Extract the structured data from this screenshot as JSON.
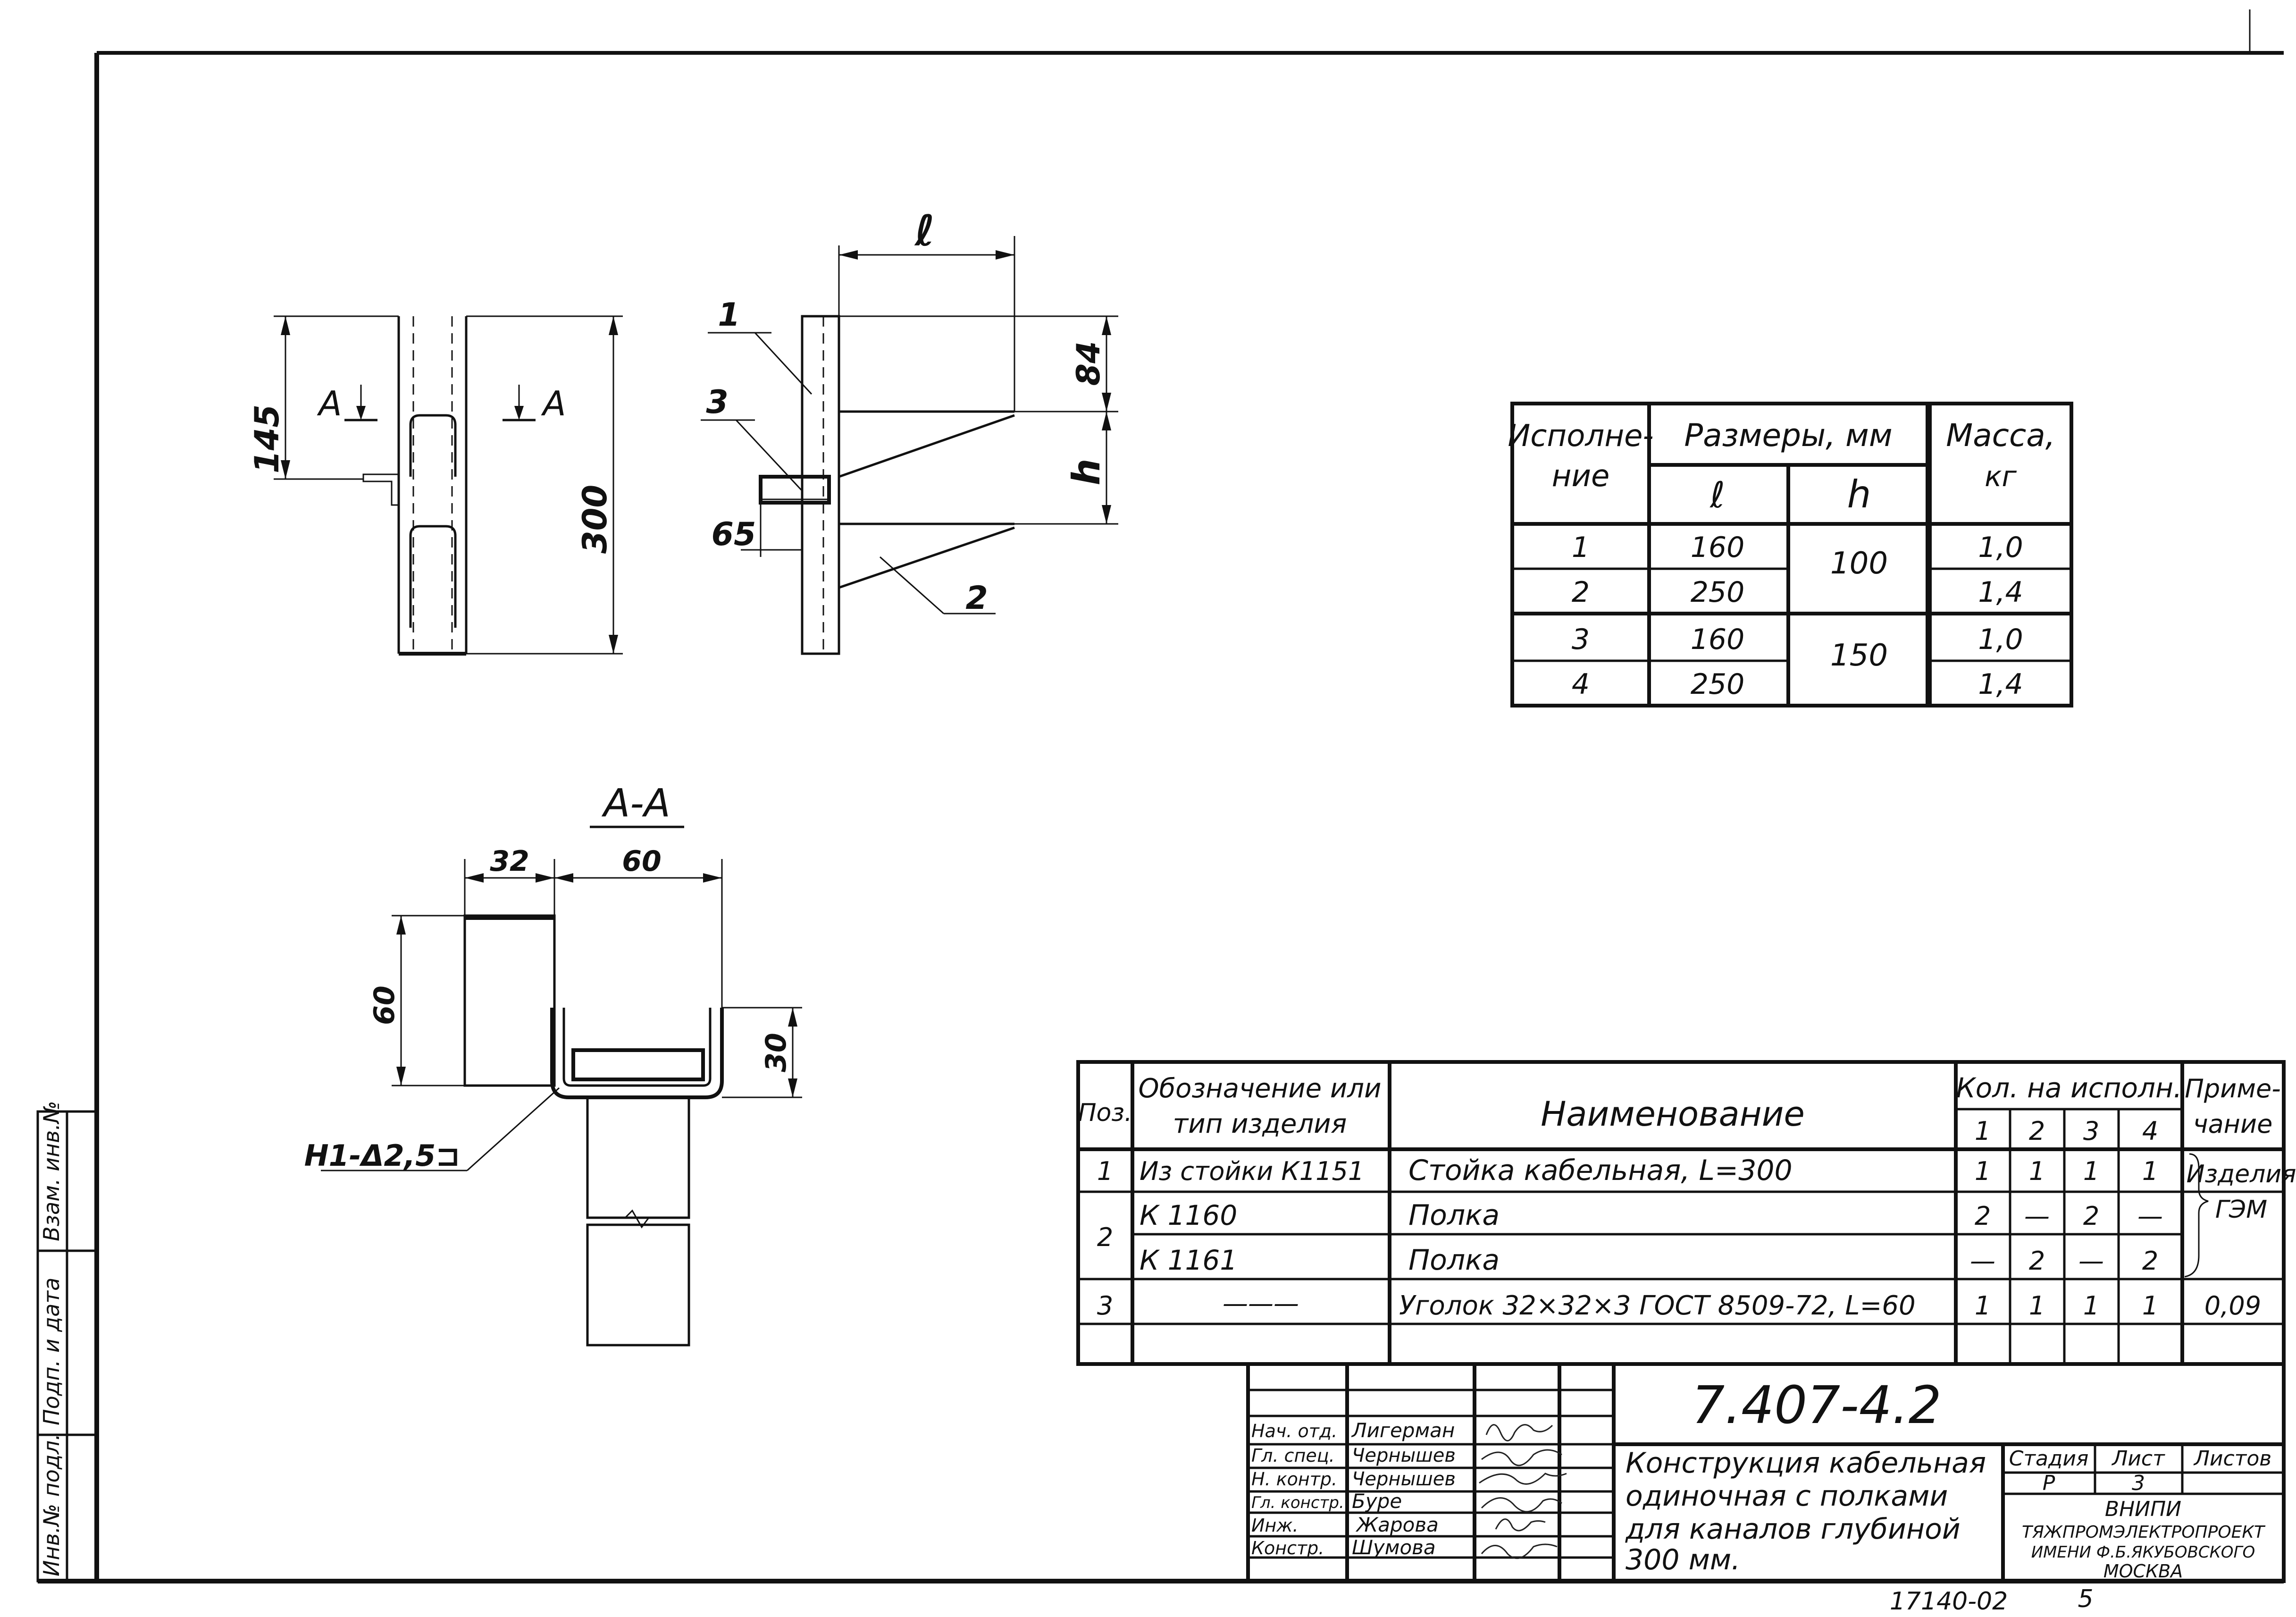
{
  "drawings": {
    "front_view": {
      "dim_145": "145",
      "dim_300": "300",
      "section_mark_left": "A",
      "section_mark_right": "A"
    },
    "side_view": {
      "dim_l": "ℓ",
      "dim_84": "84",
      "dim_h": "h",
      "dim_65": "65",
      "callout_1": "1",
      "callout_2": "2",
      "callout_3": "3"
    },
    "section_view": {
      "title": "А-А",
      "dim_32": "32",
      "dim_60_top": "60",
      "dim_60_side": "60",
      "dim_30": "30",
      "weld_note": "Н1-Δ2,5⊐"
    }
  },
  "sizes_table": {
    "headers": {
      "variant_1": "Исполне-",
      "variant_2": "ние",
      "sizes": "Размеры, мм",
      "l": "ℓ",
      "h": "h",
      "mass_1": "Масса,",
      "mass_2": "кг"
    },
    "rows": [
      {
        "variant": "1",
        "l": "160",
        "mass": "1,0"
      },
      {
        "variant": "2",
        "l": "250",
        "mass": "1,4"
      },
      {
        "variant": "3",
        "l": "160",
        "mass": "1,0"
      },
      {
        "variant": "4",
        "l": "250",
        "mass": "1,4"
      }
    ],
    "h_group_1": "100",
    "h_group_2": "150"
  },
  "spec_table": {
    "headers": {
      "pos": "Поз.",
      "designation_1": "Обозначение или",
      "designation_2": "тип изделия",
      "name": "Наименование",
      "qty": "Кол. на исполн.",
      "qty_cols": [
        "1",
        "2",
        "3",
        "4"
      ],
      "note_1": "Приме-",
      "note_2": "чание"
    },
    "rows": [
      {
        "pos": "1",
        "designation": "Из стойки К1151",
        "name": "Стойка кабельная, L=300",
        "q": [
          "1",
          "1",
          "1",
          "1"
        ]
      },
      {
        "pos": "",
        "designation": "К 1160",
        "name": "Полка",
        "q": [
          "2",
          "—",
          "2",
          "—"
        ]
      },
      {
        "pos": "",
        "designation": "К 1161",
        "name": "Полка",
        "q": [
          "—",
          "2",
          "—",
          "2"
        ]
      },
      {
        "pos": "3",
        "designation": "———",
        "name": "Уголок 32×32×3 ГОСТ 8509-72, L=60",
        "q": [
          "1",
          "1",
          "1",
          "1"
        ],
        "note": "0,09"
      }
    ],
    "pos_2": "2",
    "note_group_1": "Изделия",
    "note_group_2": "ГЭМ"
  },
  "title_block": {
    "doc_number": "7.407-4.2",
    "roles": [
      "Нач. отд.",
      "Гл. спец.",
      "Н. контр.",
      "Гл. констр.",
      "Инж.",
      "Констр."
    ],
    "names": [
      "Лигерман",
      "Чернышев",
      "Чернышев",
      "Буре",
      "Жарова",
      "Шумова"
    ],
    "title_lines": [
      "Конструкция кабельная",
      "одиночная с полками",
      "для каналов глубиной",
      "300 мм."
    ],
    "stage_label": "Стадия",
    "sheet_label": "Лист",
    "sheets_label": "Листов",
    "stage_value": "Р",
    "sheet_value": "3",
    "org_lines": [
      "ВНИПИ",
      "ТЯЖПРОМЭЛЕКТРОПРОЕКТ",
      "ИМЕНИ Ф.Б.ЯКУБОВСКОГО",
      "МОСКВА"
    ]
  },
  "side_stamp": {
    "inv_label": "Инв.№ подл.",
    "sign_label": "Подп. и дата",
    "replace_label": "Взам. инв.№"
  },
  "footer": {
    "number": "17140-02",
    "page": "5"
  }
}
